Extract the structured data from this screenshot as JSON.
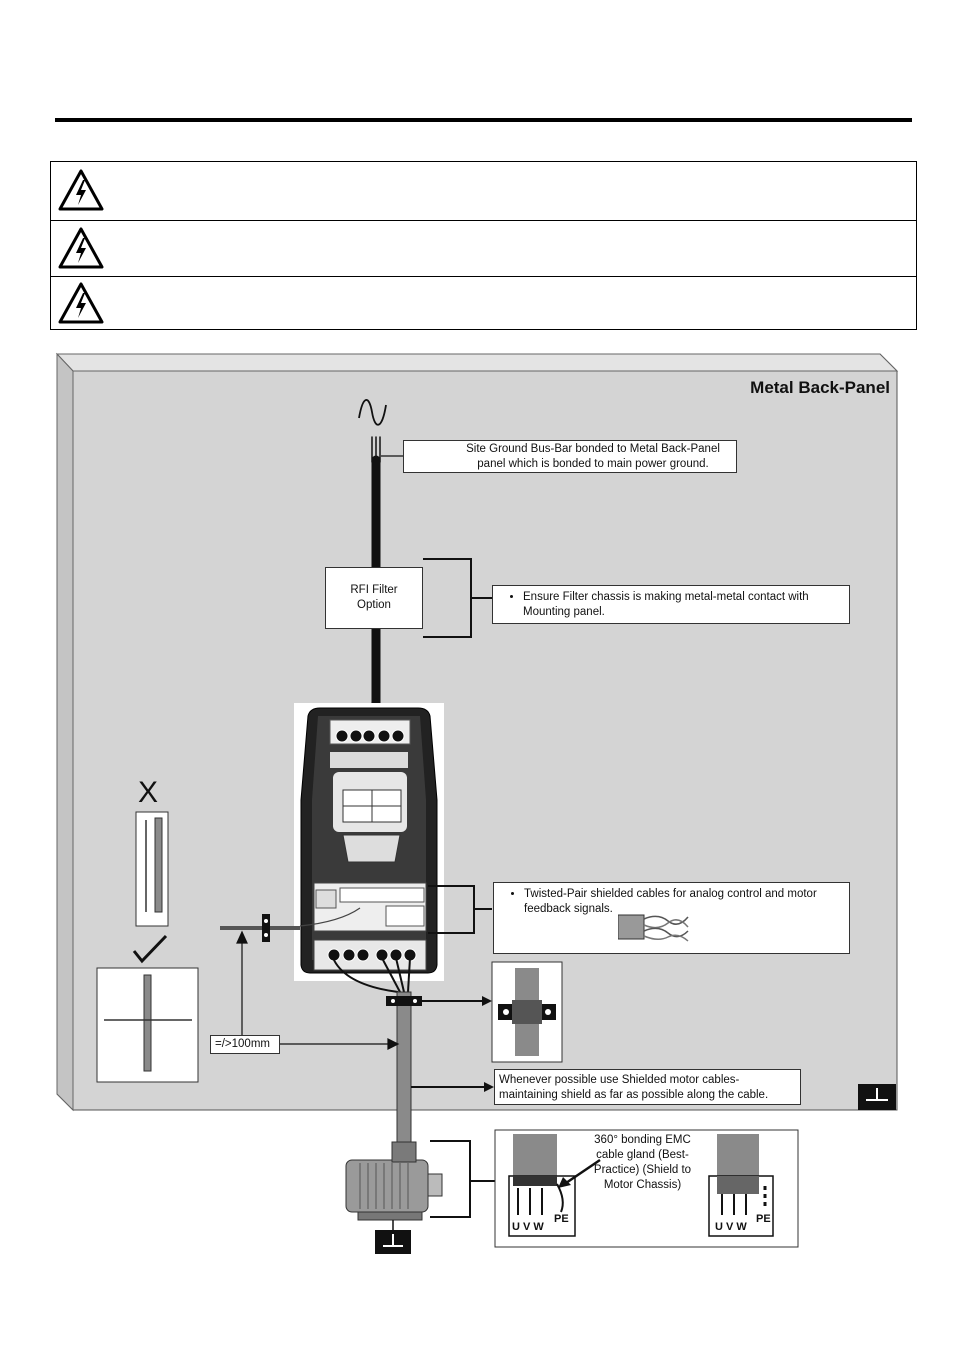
{
  "warnings": [
    {
      "icon": "high-voltage-warning-icon",
      "text": ""
    },
    {
      "icon": "high-voltage-warning-icon",
      "text": ""
    },
    {
      "icon": "high-voltage-warning-icon",
      "text": ""
    }
  ],
  "panel": {
    "title": "Metal Back-Panel"
  },
  "labels": {
    "ground_busbar": "Site Ground Bus-Bar bonded to Metal Back-Panel panel which is bonded to main power ground.",
    "rfi_filter": "RFI Filter Option",
    "filter_note": "Ensure Filter chassis is making metal-metal contact with Mounting panel.",
    "twisted_pair": "Twisted-Pair shielded cables for analog control and motor feedback signals.",
    "distance": "=/>100mm",
    "shielded_motor": "Whenever possible use Shielded motor cables-maintaining shield as far as possible along the cable.",
    "bonding_note": "360° bonding EMC cable gland (Best-Practice) (Shield to Motor Chassis)",
    "wrong_mark": "X",
    "uvw_left": "U V W",
    "pe_left": "PE",
    "uvw_right": "U V W",
    "pe_right": "PE"
  },
  "colors": {
    "panel_fill": "#d4d4d4",
    "cable": "#111111",
    "shield_cable": "#8a8a8a"
  }
}
